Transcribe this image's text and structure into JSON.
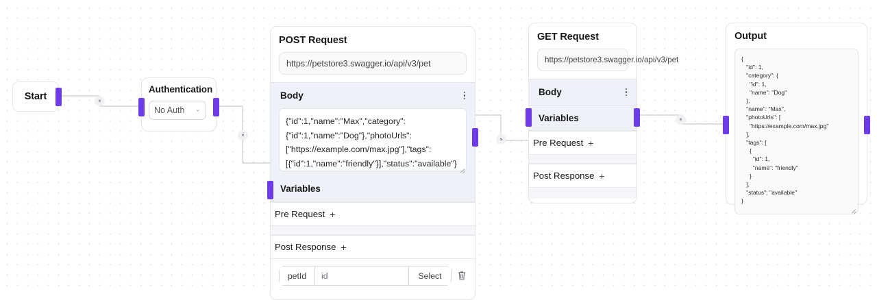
{
  "canvas": {
    "accent_color": "#6D3CE8",
    "dot_color": "#E4E4E7",
    "edge_color": "#D4D4D8"
  },
  "nodes": {
    "start": {
      "title": "Start"
    },
    "authentication": {
      "title": "Authentication",
      "auth_select_value": "No Auth",
      "chevron": "⌄"
    },
    "post_request": {
      "title": "POST Request",
      "url": "https://petstore3.swagger.io/api/v3/pet",
      "body_label": "Body",
      "body_value": "{\"id\":1,\"name\":\"Max\",\"category\":{\"id\":1,\"name\":\"Dog\"},\"photoUrls\":[\"https://example.com/max.jpg\"],\"tags\":[{\"id\":1,\"name\":\"friendly\"}],\"status\":\"available\"}",
      "variables_label": "Variables",
      "pre_request_label": "Pre Request",
      "post_response_label": "Post Response",
      "plus": "+",
      "kv_row": {
        "key": "petId",
        "value_placeholder": "id",
        "select_label": "Select"
      }
    },
    "get_request": {
      "title": "GET Request",
      "url": "https://petstore3.swagger.io/api/v3/pet",
      "body_label": "Body",
      "variables_label": "Variables",
      "pre_request_label": "Pre Request",
      "post_response_label": "Post Response",
      "plus": "+"
    },
    "output": {
      "title": "Output",
      "json": "{\n   \"id\": 1,\n   \"category\": {\n     \"id\": 1,\n     \"name\": \"Dog\"\n   },\n   \"name\": \"Max\",\n   \"photoUrls\": [\n     \"https://example.com/max.jpg\"\n   ],\n   \"tags\": [\n     {\n       \"id\": 1,\n       \"name\": \"friendly\"\n     }\n   ],\n   \"status\": \"available\"\n}"
    }
  },
  "edges": {
    "delete_glyph": "×",
    "list": [
      {
        "id": "start-to-auth"
      },
      {
        "id": "auth-to-post"
      },
      {
        "id": "post-to-get"
      },
      {
        "id": "get-to-output"
      }
    ]
  }
}
